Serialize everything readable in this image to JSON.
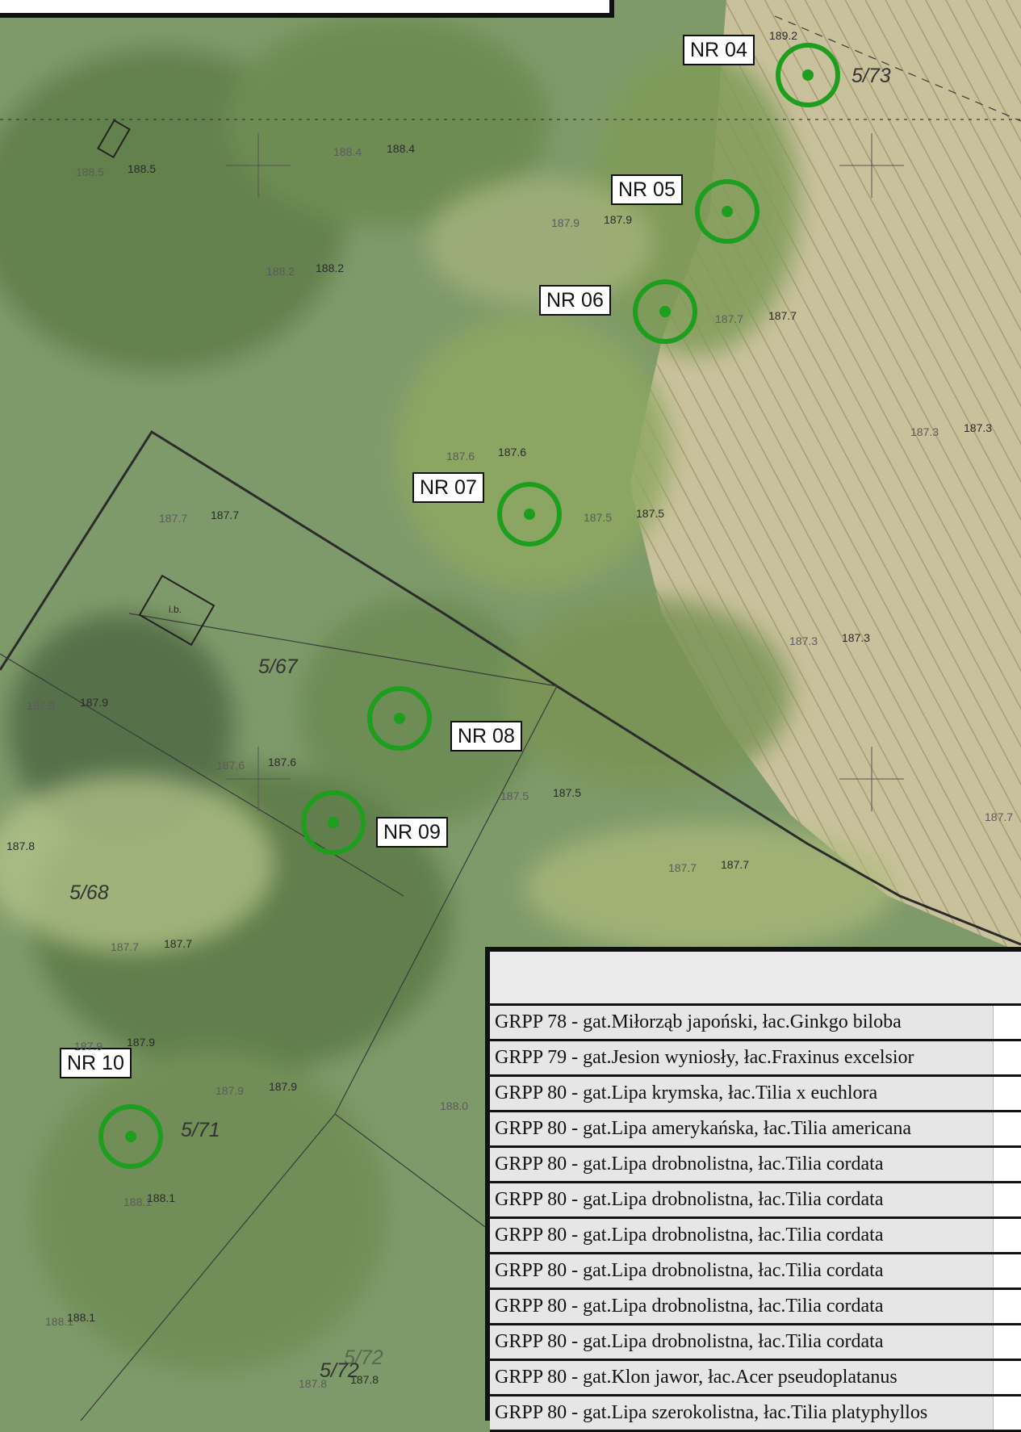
{
  "title_box": {
    "text": ""
  },
  "trees": [
    {
      "label": "NR 04"
    },
    {
      "label": "NR 05"
    },
    {
      "label": "NR 06"
    },
    {
      "label": "NR 07"
    },
    {
      "label": "NR 08"
    },
    {
      "label": "NR 09"
    },
    {
      "label": "NR 10"
    }
  ],
  "parcels": [
    "5/73",
    "5/67",
    "5/68",
    "5/71",
    "5/72",
    "5/72"
  ],
  "building_label": "i.b.",
  "elevations": [
    "189.2",
    "188.5",
    "188.5",
    "188.4",
    "188.4",
    "187.9",
    "187.9",
    "188.2",
    "188.2",
    "187.7",
    "187.7",
    "187.3",
    "187.3",
    "187.6",
    "187.6",
    "187.5",
    "187.5",
    "187.7",
    "187.7",
    "187.3",
    "187.3",
    "187.9",
    "187.9",
    "187.6",
    "187.6",
    "187.5",
    "187.5",
    "187.7",
    "187.7",
    "187.8",
    "187.7",
    "187.7",
    "187.7",
    "187.9",
    "187.9",
    "187.9",
    "187.9",
    "188.0",
    "188.1",
    "188.1",
    "188.1",
    "188.1",
    "187.8",
    "187.8"
  ],
  "legend": {
    "rows": [
      "GRPP 78 - gat.Miłorząb japoński, łac.Ginkgo biloba",
      "GRPP 79 - gat.Jesion wyniosły, łac.Fraxinus excelsior",
      "GRPP 80 - gat.Lipa krymska, łac.Tilia x euchlora",
      "GRPP 80 - gat.Lipa amerykańska, łac.Tilia americana",
      "GRPP 80 - gat.Lipa drobnolistna, łac.Tilia cordata",
      "GRPP 80 - gat.Lipa drobnolistna, łac.Tilia cordata",
      "GRPP 80 - gat.Lipa drobnolistna, łac.Tilia cordata",
      "GRPP 80 - gat.Lipa drobnolistna, łac.Tilia cordata",
      "GRPP 80 - gat.Lipa drobnolistna, łac.Tilia cordata",
      "GRPP 80 - gat.Lipa drobnolistna, łac.Tilia cordata",
      "GRPP 80 - gat.Klon jawor, łac.Acer pseudoplatanus",
      "GRPP 80 - gat.Lipa szerokolistna, łac.Tilia platyphyllos"
    ]
  },
  "colors": {
    "marker": "#1e9e1e",
    "boundary": "#2b2b2b",
    "field": "#c7bf97"
  }
}
